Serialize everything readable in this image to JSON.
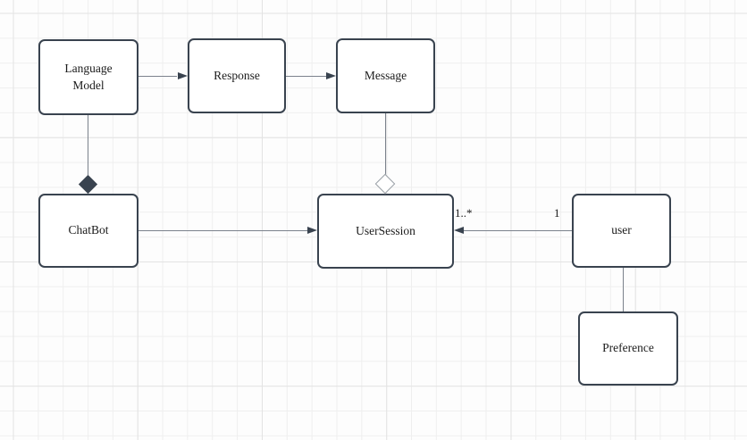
{
  "diagram": {
    "type": "uml-class-diagram",
    "nodes": [
      {
        "id": "language-model",
        "label": "Language Model"
      },
      {
        "id": "response",
        "label": "Response"
      },
      {
        "id": "message",
        "label": "Message"
      },
      {
        "id": "chatbot",
        "label": "ChatBot"
      },
      {
        "id": "user-session",
        "label": "UserSession"
      },
      {
        "id": "user",
        "label": "user"
      },
      {
        "id": "preference",
        "label": "Preference"
      }
    ],
    "edges": [
      {
        "from": "Language Model",
        "to": "Response",
        "type": "directed-arrow"
      },
      {
        "from": "Response",
        "to": "Message",
        "type": "directed-arrow"
      },
      {
        "from": "Language Model",
        "to": "ChatBot",
        "type": "composition-filled-diamond"
      },
      {
        "from": "Message",
        "to": "UserSession",
        "type": "aggregation-hollow-diamond"
      },
      {
        "from": "ChatBot",
        "to": "UserSession",
        "type": "directed-arrow"
      },
      {
        "from": "user",
        "to": "UserSession",
        "type": "directed-arrow",
        "source_label": "1",
        "target_label": "1..*"
      },
      {
        "from": "user",
        "to": "Preference",
        "type": "plain-line"
      }
    ],
    "colors": {
      "canvas_background": "#fdfdfd",
      "grid_minor": "#efefef",
      "grid_major": "#e3e3e3",
      "node_fill": "#ffffff",
      "node_border": "#39434f",
      "edge_line": "#7b828c",
      "arrow_fill": "#39434f",
      "hollow_diamond_stroke": "#9aa0a6",
      "text": "#1b1b1b"
    }
  }
}
